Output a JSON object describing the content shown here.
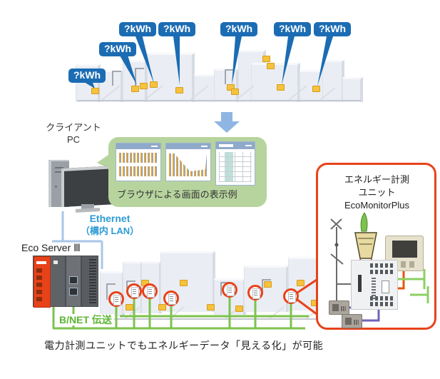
{
  "kwh_label": "?kWh",
  "client_pc": {
    "line1": "クライアント",
    "line2": "PC"
  },
  "browser_example": {
    "caption": "ブラウザによる画面の表示例"
  },
  "network": {
    "ethernet_line1": "Ethernet",
    "ethernet_line2": "（構内 LAN）",
    "eco_server": "Eco Server Ⅲ",
    "bnet": "B/NET 伝送"
  },
  "callout": {
    "line1": "エネルギー計測",
    "line2": "ユニット",
    "line3": "EcoMonitorPlus"
  },
  "caption": "電力計測ユニットでもエネルギーデータ「見える化」が可能",
  "colors": {
    "label_blue": "#1b6cb3",
    "arrow_blue": "#8fb5e2",
    "bubble_green": "#b7d49e",
    "ethernet_text_blue": "#2d9bd3",
    "ethernet_line_blue": "#a9c6e8",
    "bnet_text_green": "#5cb531",
    "wire_green": "#7cc24e",
    "accent_red": "#e8421a",
    "meter_yellow": "#f5c33b"
  }
}
